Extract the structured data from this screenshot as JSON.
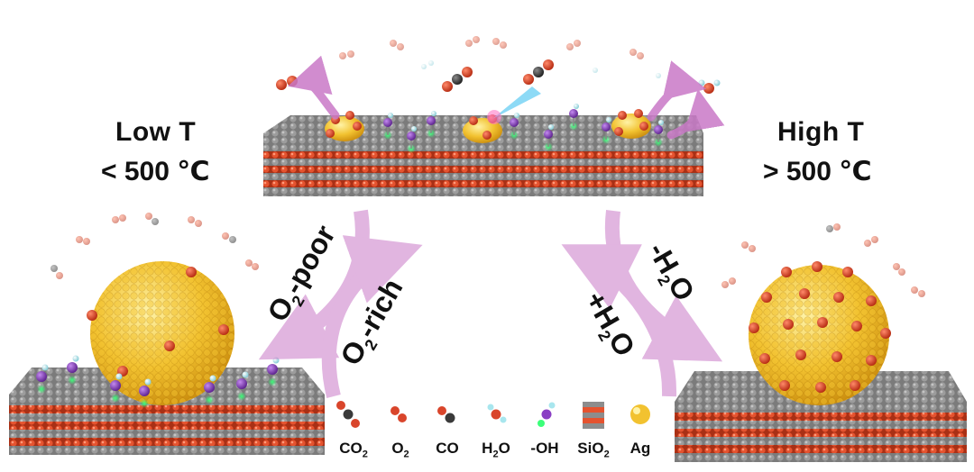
{
  "low_t": {
    "title": "Low T",
    "condition": "< 500 ℃"
  },
  "high_t": {
    "title": "High T",
    "condition": "> 500 ℃"
  },
  "arrows": {
    "o2_poor": {
      "lead": "O",
      "sub": "2",
      "tail": "-poor"
    },
    "o2_rich": {
      "lead": "O",
      "sub": "2",
      "tail": "-rich"
    },
    "minus_h2o": {
      "lead": "-H",
      "sub": "2",
      "tail": "O"
    },
    "plus_h2o": {
      "lead": "+H",
      "sub": "2",
      "tail": "O"
    }
  },
  "legend": [
    {
      "icon": "co2-molecule-icon",
      "label_lead": "CO",
      "label_sub": "2"
    },
    {
      "icon": "o2-molecule-icon",
      "label_lead": "O",
      "label_sub": "2"
    },
    {
      "icon": "co-molecule-icon",
      "label_lead": "CO",
      "label_sub": ""
    },
    {
      "icon": "h2o-molecule-icon",
      "label_lead": "H",
      "label_sub": "2",
      "label_tail": "O"
    },
    {
      "icon": "hydroxyl-group-icon",
      "label_lead": "-OH",
      "label_sub": ""
    },
    {
      "icon": "sio2-block-icon",
      "label_lead": "SiO",
      "label_sub": "2"
    },
    {
      "icon": "ag-atom-icon",
      "label_lead": "Ag",
      "label_sub": ""
    }
  ],
  "colors": {
    "oxygen": "#d9452b",
    "carbon": "#3a3a3a",
    "hydrogen": "#a8e6ee",
    "hydroxyl_o": "#8a3fc4",
    "silica_gray": "#8d8d8d",
    "silica_orange": "#e5532f",
    "silver": "#f2c230",
    "arrow": "#c979c7"
  }
}
